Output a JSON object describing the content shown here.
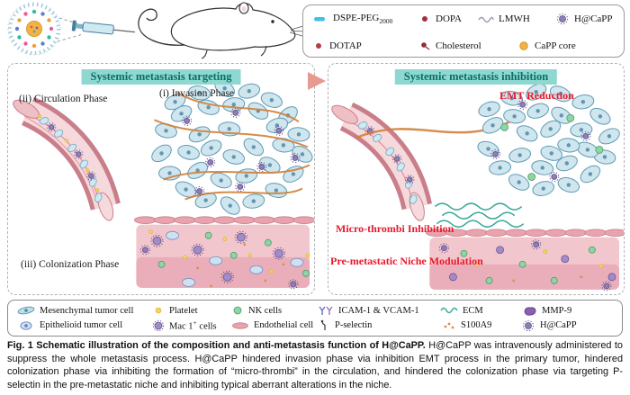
{
  "header": {
    "legend": {
      "row1": [
        {
          "icon": "dspe-peg-icon",
          "label": "DSPE-PEG",
          "sub": "2000"
        },
        {
          "icon": "dopa-icon",
          "label": "DOPA"
        },
        {
          "icon": "lmwh-icon",
          "label": "LMWH"
        },
        {
          "icon": "hcapp-icon",
          "label": "H@CaPP"
        }
      ],
      "row2": [
        {
          "icon": "dotap-icon",
          "label": "DOTAP"
        },
        {
          "icon": "cholesterol-icon",
          "label": "Cholesterol"
        },
        {
          "icon": "capp-core-icon",
          "label": "CaPP core"
        }
      ]
    }
  },
  "left_panel": {
    "title": "Systemic metastasis targeting",
    "phase_circulation": "(ii) Circulation Phase",
    "phase_invasion": "(i) Invasion Phase",
    "phase_colonization": "(iii) Colonization Phase"
  },
  "right_panel": {
    "title": "Systemic metastasis inhibition",
    "emt": "EMT Reduction",
    "microthrombi": "Micro-thrombi Inhibition",
    "niche": "Pre-metastatic Niche Modulation"
  },
  "legend_bottom": {
    "row1": [
      {
        "icon": "mesenchymal-tumor-cell-icon",
        "label": "Mesenchymal tumor cell"
      },
      {
        "icon": "platelet-icon",
        "label": "Platelet"
      },
      {
        "icon": "nk-cells-icon",
        "label": "NK cells"
      },
      {
        "icon": "icam-vcam-icon",
        "label": "ICAM-1 & VCAM-1"
      },
      {
        "icon": "ecm-icon",
        "label": "ECM"
      },
      {
        "icon": "mmp9-icon",
        "label": "MMP-9"
      }
    ],
    "row2": [
      {
        "icon": "epithelioid-tumor-cell-icon",
        "label": "Epithelioid tumor cell"
      },
      {
        "icon": "mac1-cells-icon",
        "label_pre": "Mac 1",
        "sup": "+",
        "label_post": " cells"
      },
      {
        "icon": "endothelial-cell-icon",
        "label": "Endothelial cell"
      },
      {
        "icon": "p-selectin-icon",
        "label": "P-selectin"
      },
      {
        "icon": "s100a9-icon",
        "label": "S100A9"
      },
      {
        "icon": "hcapp-icon",
        "label": "H@CaPP"
      }
    ]
  },
  "caption": {
    "fig_label": "Fig. 1",
    "lead": "Schematic illustration of the composition and anti-metastasis function of H@CaPP.",
    "body": " H@CaPP was intravenously administered to suppress the whole metastasis process. H@CaPP hindered invasion phase via inhibition EMT process in the primary tumor, hindered colonization phase via inhibiting the formation of “micro-thrombi” in the circulation, and hindered the colonization phase via targeting P-selectin in the pre-metastatic niche and inhibiting typical aberrant alterations in the niche."
  },
  "colors": {
    "panel_title_bg": "#8ed8d1",
    "panel_title_text": "#0a6e67",
    "annotation_red": "#e8192c",
    "vessel_wall": "#c87f8a",
    "tissue_pink": "#f2c6cd",
    "tumor_cell_fill": "#cfe6ee",
    "nanoparticle_purple": "#8d7fb5",
    "capp_core_gold": "#f2b344",
    "arrow_salmon": "#e69a90"
  }
}
